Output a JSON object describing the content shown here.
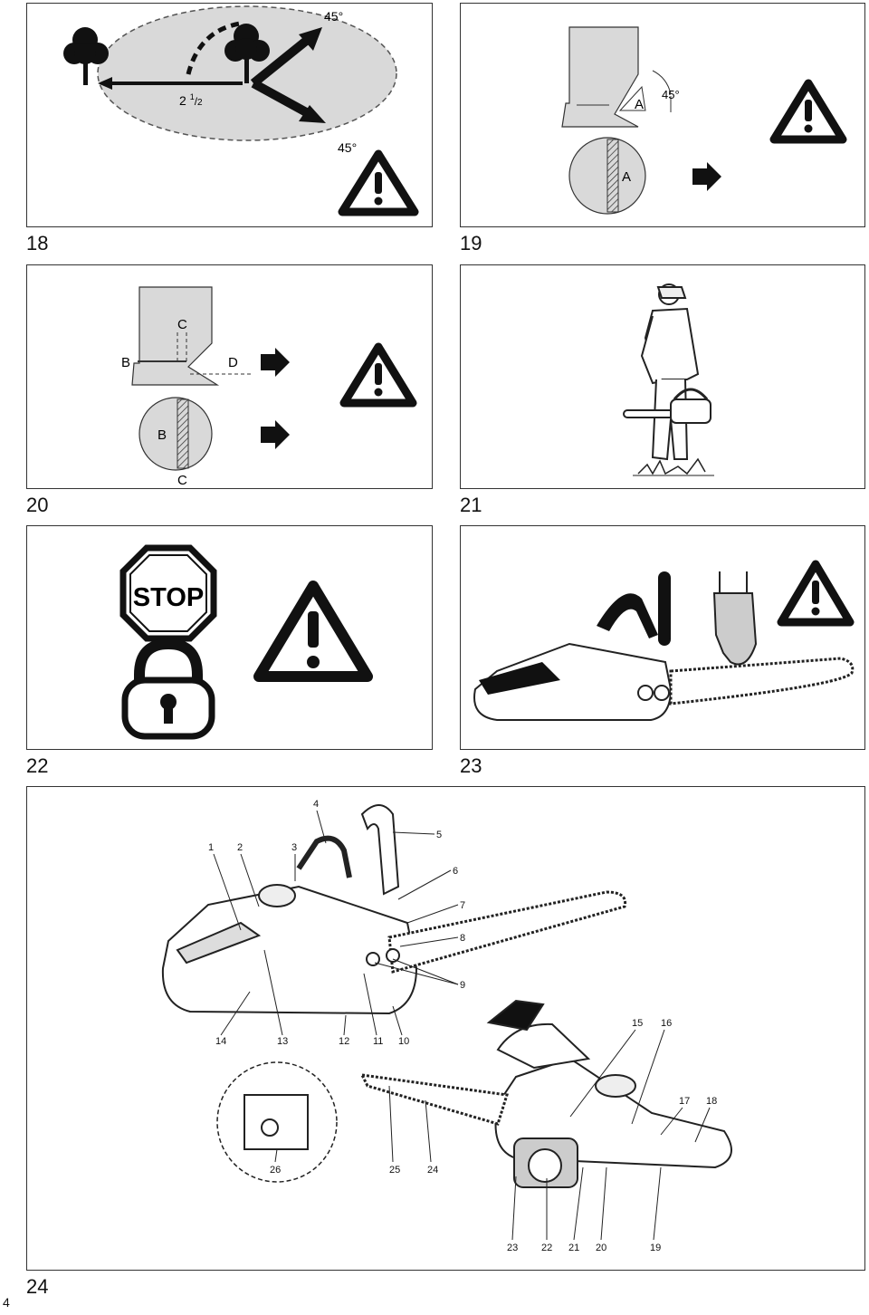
{
  "page_number": "4",
  "figures": {
    "f18": {
      "number": "18",
      "distance": "2 ",
      "distance_num": "1",
      "distance_den": "2",
      "angle_top": "45°",
      "angle_bottom": "45°"
    },
    "f19": {
      "number": "19",
      "label_a": "A",
      "angle": "45°",
      "label_a2": "A"
    },
    "f20": {
      "number": "20",
      "label_b": "B",
      "label_c": "C",
      "label_d": "D",
      "label_b2": "B",
      "label_c2": "C"
    },
    "f21": {
      "number": "21"
    },
    "f22": {
      "number": "22",
      "stop_text": "STOP"
    },
    "f23": {
      "number": "23"
    },
    "f24": {
      "number": "24",
      "callouts": [
        "1",
        "2",
        "3",
        "4",
        "5",
        "6",
        "7",
        "8",
        "9",
        "10",
        "11",
        "12",
        "13",
        "14",
        "15",
        "16",
        "17",
        "18",
        "19",
        "20",
        "21",
        "22",
        "23",
        "24",
        "25",
        "26"
      ]
    }
  }
}
